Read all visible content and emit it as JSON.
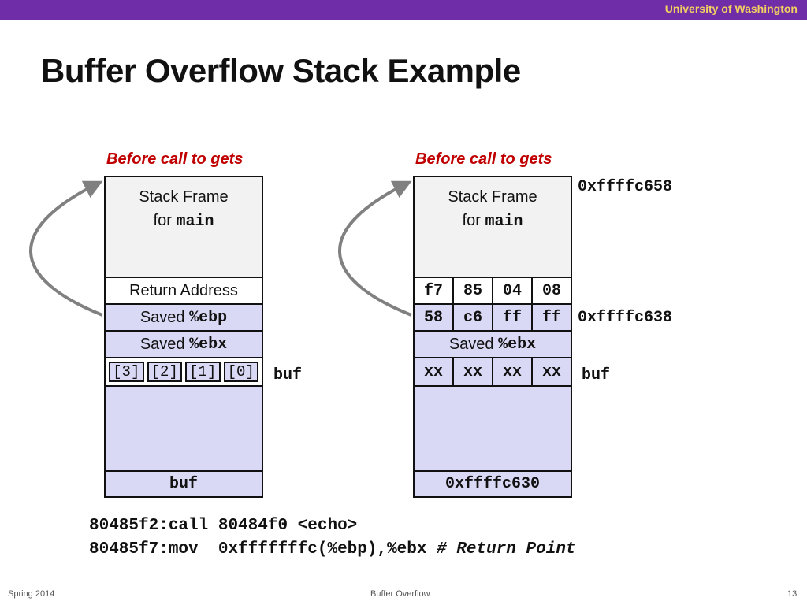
{
  "header": {
    "institution": "University of Washington"
  },
  "slide": {
    "title": "Buffer Overflow Stack Example"
  },
  "left": {
    "caption": "Before call to gets",
    "frame_line1": "Stack Frame",
    "frame_line2_prefix": "for",
    "frame_line2_code": "main",
    "return_address": "Return Address",
    "saved_ebp_prefix": "Saved",
    "saved_ebp_reg": "%ebp",
    "saved_ebx_prefix": "Saved",
    "saved_ebx_reg": "%ebx",
    "buf_indices": [
      "[3]",
      "[2]",
      "[1]",
      "[0]"
    ],
    "buf_side_label": "buf",
    "bottom_label": "buf"
  },
  "right": {
    "caption": "Before call to gets",
    "frame_line1": "Stack Frame",
    "frame_line2_prefix": "for",
    "frame_line2_code": "main",
    "return_bytes": [
      "f7",
      "85",
      "04",
      "08"
    ],
    "ebp_bytes": [
      "58",
      "c6",
      "ff",
      "ff"
    ],
    "saved_ebx_prefix": "Saved",
    "saved_ebx_reg": "%ebx",
    "buf_bytes": [
      "xx",
      "xx",
      "xx",
      "xx"
    ],
    "addr_top": "0xffffc658",
    "addr_ebp": "0xffffc638",
    "buf_side_label": "buf",
    "bottom_label": "0xffffc630"
  },
  "code": {
    "line1_addr": "80485f2:",
    "line1_instr": "call 80484f0 <echo>",
    "line2_addr": "80485f7:",
    "line2_instr": "mov  0xfffffffc(%ebp),%ebx",
    "line2_comment": "# Return Point"
  },
  "footer": {
    "left": "Spring 2014",
    "center": "Buffer Overflow",
    "page": "13"
  },
  "colors": {
    "header_bar": "#6f2da8",
    "header_text": "#f2d061",
    "caption": "#c00000",
    "cell_fill": "#d9d9f6",
    "frame_fill": "#f2f2f2",
    "arrow": "#808080"
  }
}
